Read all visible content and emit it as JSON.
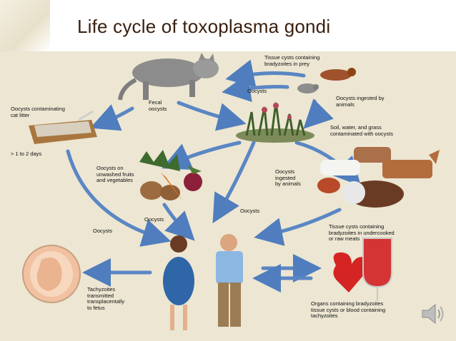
{
  "slide": {
    "title": "Life cycle of toxoplasma gondi"
  },
  "labels": {
    "tissue_cysts_prey": "Tissue cysts containing\nbradyzoites in prey",
    "oocysts_top": "Oocysts",
    "oocysts_ingested": "Oocysts ingested by\nanimals",
    "oocysts_cat_litter": "Oocysts contaminating\ncat litter",
    "fecal_oocysts": "Fecal\noocysts",
    "soil_water": "Soil, water, and grass\ncontaminated with oocysts",
    "days": "> 1 to 2 days",
    "oocysts_fruits": "Oocysts on\nunwashed fruits\nand vegetables",
    "oocysts_ingested_animals": "Oocysts\ningested\nby animals",
    "oocysts_mid": "Oocysts",
    "oocysts_center": "Oocysts",
    "oocysts_left": "Oocysts",
    "tissue_cysts_meat": "Tissue cysts containing\nbradyzoites in undercooked\nor raw meats",
    "tachyzoites": "Tachyzoites\ntransmitted\ntransplacentally\nto fetus",
    "organs": "Organs containing bradyzoites\ntissue cysts or blood containing\ntachyzoites"
  },
  "icons": {
    "speaker": "speaker-icon"
  },
  "colors": {
    "background": "#ece6d2",
    "arrow": "#5a86c4",
    "title": "#3a1f0e"
  }
}
